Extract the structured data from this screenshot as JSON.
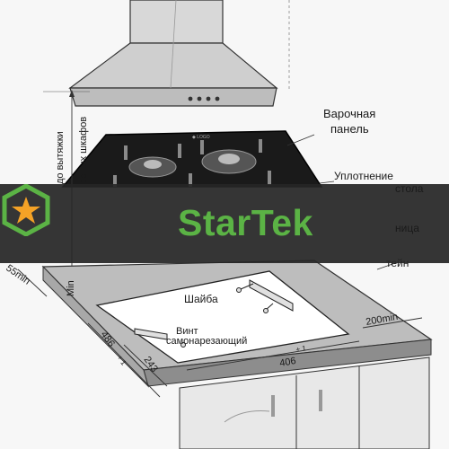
{
  "brand": {
    "name": "StarTek",
    "logo_icon": "star-hexagon-icon",
    "colors": {
      "green": "#5bb345",
      "orange": "#f4a226",
      "banner_bg": "#262626"
    }
  },
  "labels": {
    "cooktop": "Варочная",
    "cooktop2": "панель",
    "seal": "Уплотнение",
    "seal2": "стола",
    "frame": "ница",
    "bracket": "тейн",
    "washer": "Шайба",
    "screw": "Винт",
    "screw2": "самонарезающий",
    "hood_distance": "до вытяжки",
    "cabinets": "есных шкафов",
    "min_vertical": "Min"
  },
  "dimensions": {
    "front_gap": "55min",
    "side_gap": "200min",
    "cutout_width": "406",
    "cutout_width_tol": "+ 1",
    "cutout_depth": "486",
    "cutout_depth_tol": "+ 1",
    "screw_offset": "243"
  }
}
